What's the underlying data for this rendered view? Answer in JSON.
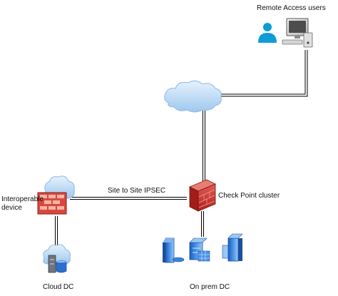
{
  "labels": {
    "remote_access_users": "Remote Access users",
    "site_to_site": "Site to Site IPSEC",
    "check_point_cluster": "Check Point cluster",
    "interoperable_device": "Interoperable\ndevice",
    "cloud_dc": "Cloud DC",
    "on_prem_dc": "On prem DC"
  },
  "icons": {
    "user": "person-icon",
    "workstation": "desktop-computer-icon",
    "internet_cloud": "cloud-icon",
    "gateway_cluster": "firewall-icon",
    "interoperable_device": "cloud-firewall-icon",
    "cloud_dc": "cloud-server-icon",
    "on_prem_servers": [
      "server-icon",
      "database-icon",
      "server-icon"
    ]
  },
  "colors": {
    "line": "#000000",
    "person": "#0e9bd8",
    "cloud": "#b9d9f6",
    "cloud_edge": "#7fb0e2",
    "firewall_red": "#c9302c",
    "firewall_brick": "#e58a7a",
    "server_blue": "#2c6fd0",
    "text": "#111111"
  }
}
